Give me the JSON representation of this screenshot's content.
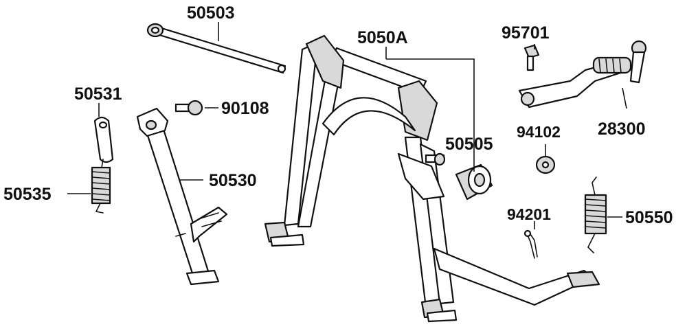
{
  "diagram": {
    "labels": {
      "p50503": "50503",
      "p5050A": "5050A",
      "p95701": "95701",
      "p50531": "50531",
      "p90108": "90108",
      "p28300": "28300",
      "p94102": "94102",
      "p50505": "50505",
      "p50535": "50535",
      "p50530": "50530",
      "p94201": "94201",
      "p50550": "50550"
    }
  }
}
